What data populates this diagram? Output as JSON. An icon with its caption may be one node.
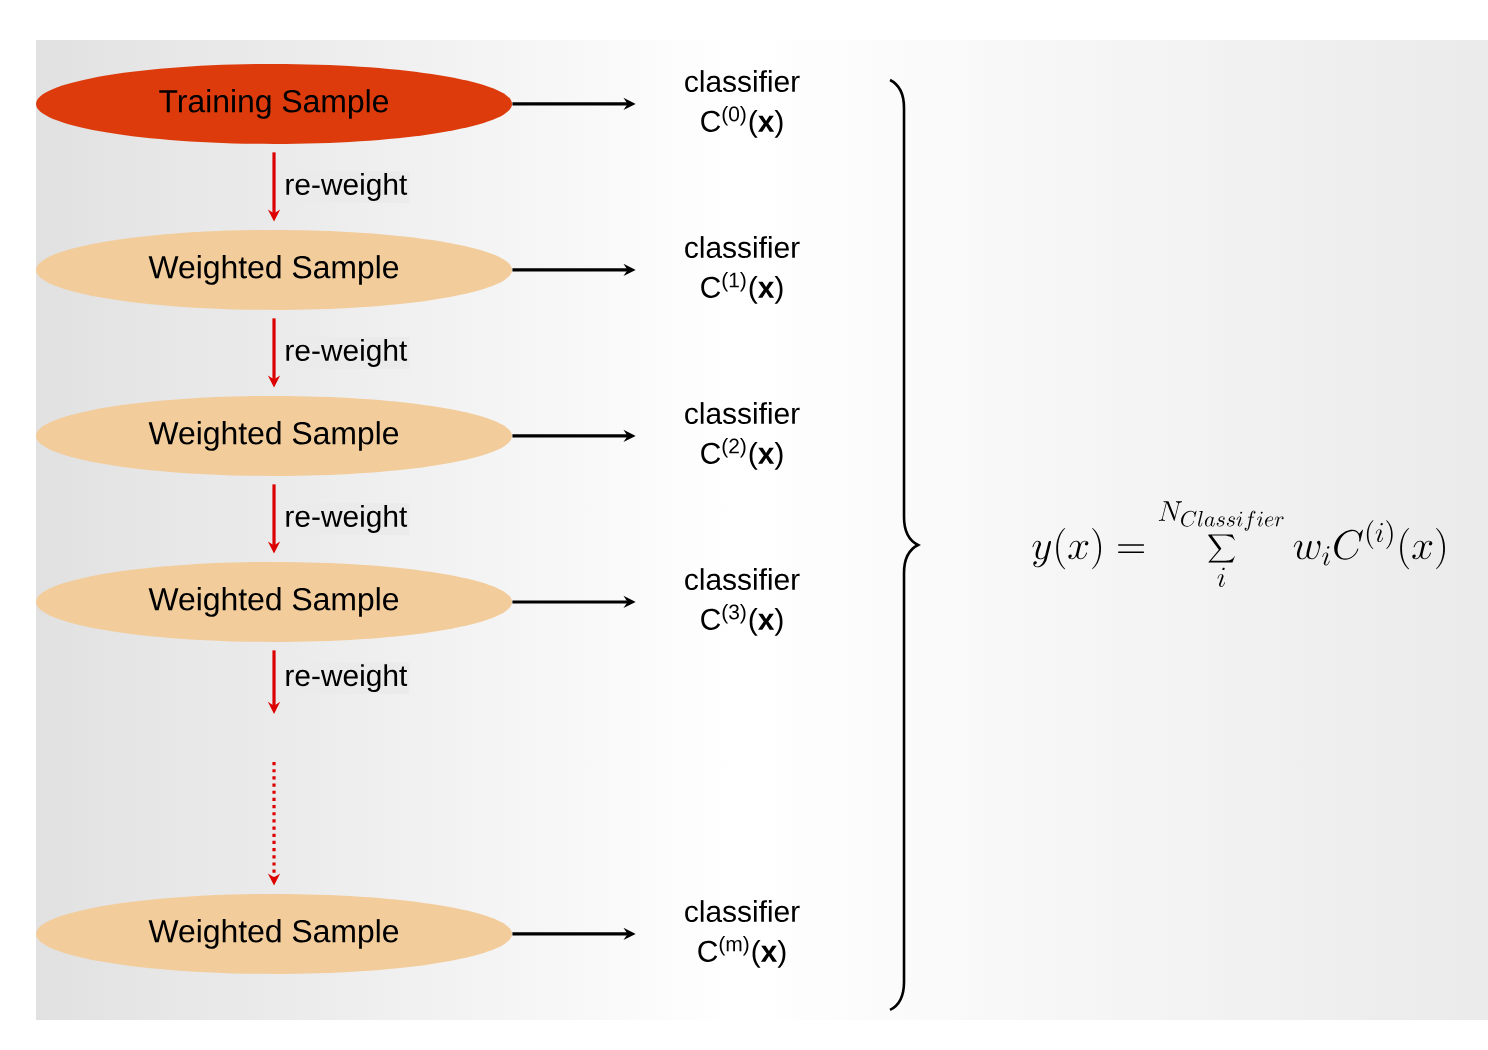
{
  "diagram": {
    "nodes": [
      {
        "text": [
          "Training Sample"
        ]
      },
      {
        "text": [
          "Weighted Sample"
        ]
      },
      {
        "text": [
          "Weighted Sample"
        ]
      },
      {
        "text": [
          "Weighted Sample"
        ]
      },
      {
        "text": [
          "Weighted Sample"
        ]
      },
      {
        "text": [
          "classifier C$^{(0)}$(**x**)"
        ]
      },
      {
        "text": [
          "classifier C$^{(1)}$(**x**)"
        ]
      },
      {
        "text": [
          "classifier C$^{(2)}$(**x**)"
        ]
      },
      {
        "text": [
          "classifier C$^{(3)}$(**x**)"
        ]
      },
      {
        "text": [
          "classifier C$^{(m)}$(**x**)"
        ]
      }
    ],
    "edges": [
      {
        "from": 0,
        "to": 5,
        "arrow": "to"
      },
      {
        "from": 0,
        "to": 1,
        "arrow": "to",
        "label": "re-weight",
        "color": "#dd0000"
      },
      {
        "from": 1,
        "to": 6,
        "arrow": "to"
      },
      {
        "from": 1,
        "to": 2,
        "arrow": "to",
        "label": "re-weight",
        "color": "#dd0000"
      },
      {
        "from": 2,
        "to": 7,
        "arrow": "to"
      },
      {
        "from": 2,
        "to": 3,
        "arrow": "to",
        "label": "re-weight",
        "color": "#dd0000"
      },
      {
        "from": 3,
        "to": 8,
        "arrow": "to"
      },
      {
        "from": 3,
        "to": null,
        "arrow": "to",
        "label": "re-weight",
        "color": "#dd0000"
      },
      {
        "from": null,
        "to": 4,
        "arrow": "to",
        "style": "dashed",
        "color": "#dd0000"
      },
      {
        "from": 4,
        "to": 9,
        "arrow": "to"
      }
    ],
    "labels": [
      "y(x) = \\sum_{i}^{N_{Classifier}} w_{i}C^{(i)}(x)"
    ]
  }
}
